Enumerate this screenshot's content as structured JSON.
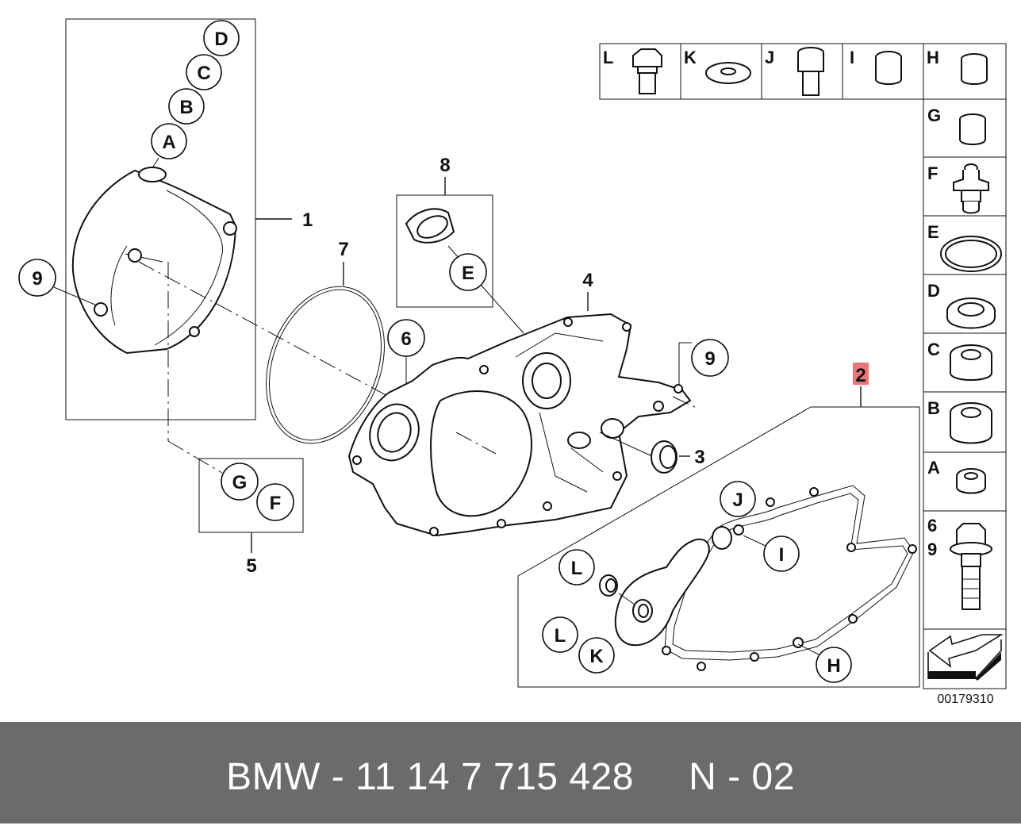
{
  "diagram": {
    "numbers": {
      "n1": "1",
      "n2": "2",
      "n3": "3",
      "n4": "4",
      "n5": "5",
      "n6": "6",
      "n7": "7",
      "n8": "8",
      "n9a": "9",
      "n9b": "9"
    },
    "letters": {
      "a": "A",
      "b": "B",
      "c": "C",
      "d": "D",
      "e": "E",
      "f": "F",
      "g": "G",
      "h": "H",
      "i": "I",
      "j": "J",
      "k": "K",
      "l1": "L",
      "l2": "L"
    },
    "legend": {
      "top_row": [
        "L",
        "K",
        "J",
        "I",
        "H"
      ],
      "right_column": [
        "G",
        "F",
        "E",
        "D",
        "C",
        "B",
        "A"
      ],
      "bolt_line1": "6",
      "bolt_line2": "9"
    },
    "image_number": "00179310",
    "highlight_color": "#e8474a"
  },
  "footer": {
    "text": "BMW - 11 14 7 715 428     N - 02"
  }
}
